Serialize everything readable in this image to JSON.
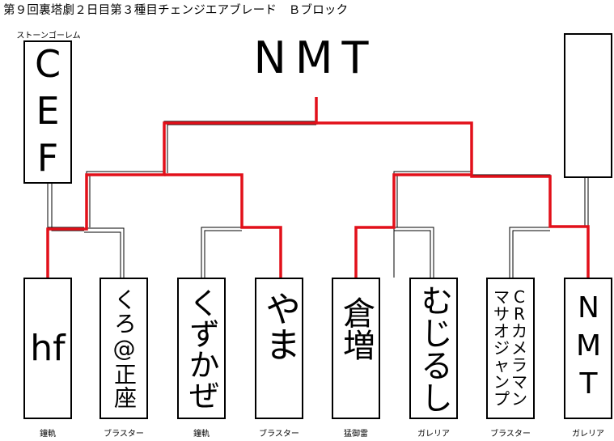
{
  "title": "第９回裏塔劇２日目第３種目チェンジエアブレード　Ｂブロック",
  "winner": "NMT",
  "seeds": {
    "left": {
      "name": "CEF",
      "caption": "ストーンゴーレム"
    },
    "right": {
      "name": "",
      "caption": ""
    }
  },
  "entrants": [
    {
      "name": "hf",
      "caption": "鐘軌"
    },
    {
      "name": "くろ@正座",
      "caption": "ブラスター"
    },
    {
      "name": "くずかぜ",
      "caption": "鐘軌"
    },
    {
      "name": "やま",
      "caption": "ブラスター"
    },
    {
      "name": "倉増",
      "caption": "猛御雷"
    },
    {
      "name": "むじるし",
      "caption": "ガレリア"
    },
    {
      "name": "CRカメラマン",
      "name_columns": [
        "CRカメラマン",
        "マサオジャンプ"
      ],
      "caption": "ブラスター"
    },
    {
      "name": "NMT",
      "caption": "ガレリア"
    }
  ],
  "colors": {
    "win_path": "#e2101a",
    "line": "#000000",
    "box_border": "#000000",
    "background": "#ffffff"
  }
}
